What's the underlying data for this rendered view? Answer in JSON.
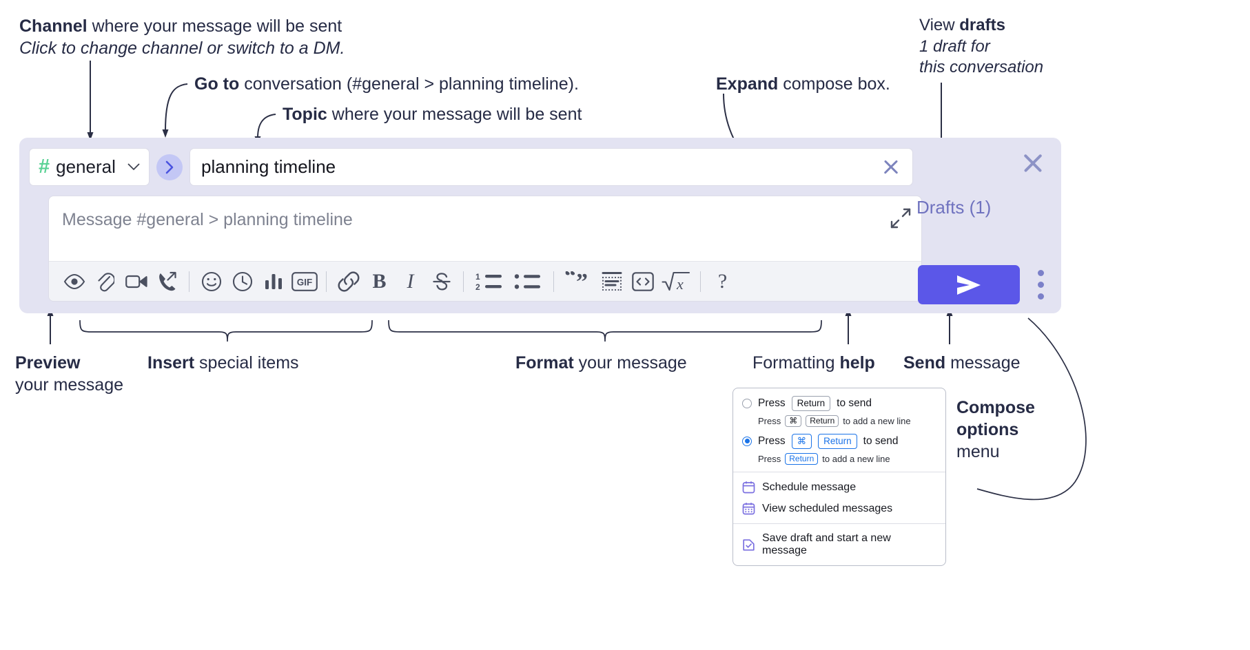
{
  "annotations": {
    "channel": {
      "bold": "Channel",
      "rest": " where your message will be sent",
      "italic": "Click to change channel or switch to a DM."
    },
    "goto": {
      "bold": "Go to",
      "rest": " conversation (#general > planning timeline)."
    },
    "topic": {
      "bold": "Topic",
      "rest": " where your message will be sent"
    },
    "expand": {
      "bold": "Expand",
      "rest": " compose box."
    },
    "drafts": {
      "pre": "View ",
      "bold": "drafts",
      "italic1": "1 draft for",
      "italic2": "this conversation"
    },
    "preview": {
      "bold": "Preview",
      "line2": "your message"
    },
    "insert": {
      "bold": "Insert",
      "rest": " special items"
    },
    "format": {
      "bold": "Format",
      "rest": " your message"
    },
    "help": {
      "pre": "Formatting ",
      "bold": "help"
    },
    "send": {
      "bold": "Send",
      "rest": " message"
    },
    "compose": {
      "bold1": "Compose",
      "bold2": "options",
      "rest": "menu"
    }
  },
  "compose": {
    "channel_name": "general",
    "channel_hash": "#",
    "topic_value": "planning timeline",
    "message_placeholder": "Message #general > planning timeline",
    "drafts_label": "Drafts (1)",
    "goto_icon": "chevron-right-icon",
    "toolbar": [
      {
        "name": "preview-icon",
        "label": "Preview"
      },
      {
        "name": "attachment-icon",
        "label": "Attach file"
      },
      {
        "name": "video-icon",
        "label": "Record video clip"
      },
      {
        "name": "audio-call-icon",
        "label": "Record audio clip"
      },
      {
        "name": "separator",
        "label": ""
      },
      {
        "name": "emoji-icon",
        "label": "Emoji"
      },
      {
        "name": "clock-icon",
        "label": "Reminder"
      },
      {
        "name": "poll-icon",
        "label": "Poll"
      },
      {
        "name": "gif-icon",
        "label": "GIF"
      },
      {
        "name": "separator",
        "label": ""
      },
      {
        "name": "link-icon",
        "label": "Link"
      },
      {
        "name": "bold-icon",
        "label": "B"
      },
      {
        "name": "italic-icon",
        "label": "I"
      },
      {
        "name": "strikethrough-icon",
        "label": "S"
      },
      {
        "name": "separator",
        "label": ""
      },
      {
        "name": "ordered-list-icon",
        "label": "Ordered list"
      },
      {
        "name": "bulleted-list-icon",
        "label": "Bulleted list"
      },
      {
        "name": "separator",
        "label": ""
      },
      {
        "name": "blockquote-icon",
        "label": "Blockquote"
      },
      {
        "name": "code-block-icon",
        "label": "Code block"
      },
      {
        "name": "inline-code-icon",
        "label": "Code"
      },
      {
        "name": "math-icon",
        "label": "Math"
      },
      {
        "name": "separator",
        "label": ""
      },
      {
        "name": "help-icon",
        "label": "?"
      }
    ],
    "gif_label": "GIF",
    "bold_label": "B",
    "italic_label": "I",
    "strike_label": "S",
    "help_label": "?",
    "ordered_one": "1",
    "ordered_two": "2"
  },
  "menu": {
    "option1": {
      "pre": "Press ",
      "key": "Return",
      "post": " to send"
    },
    "option1_sub": {
      "pre": "Press ",
      "key1": "⌘",
      "key2": "Return",
      "post": " to add a new line"
    },
    "option2": {
      "pre": "Press ",
      "key1": "⌘",
      "key2": "Return",
      "post": " to send"
    },
    "option2_sub": {
      "pre": "Press ",
      "key": "Return",
      "post": " to add a new line"
    },
    "items": [
      {
        "icon": "calendar-icon",
        "label": "Schedule message"
      },
      {
        "icon": "calendar-grid-icon",
        "label": "View scheduled messages"
      },
      {
        "icon": "save-draft-icon",
        "label": "Save draft and start a new message"
      }
    ]
  },
  "colors": {
    "accent_purple": "#5b57e8",
    "panel_bg": "#e3e3f2",
    "hash_green": "#5ad295",
    "drafts_text": "#6f72bf",
    "radio_blue": "#1a73e8"
  }
}
